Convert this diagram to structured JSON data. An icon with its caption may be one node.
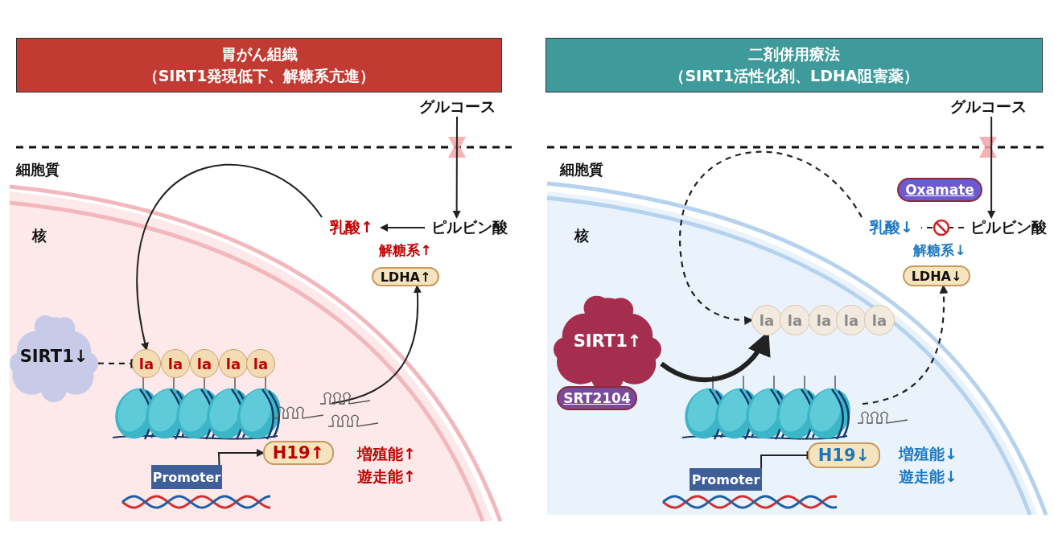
{
  "diagram": {
    "nodes": [
      {
        "text": [
          "胃がん組織",
          "（SIRT1発現低下、解糖系亢進）"
        ]
      },
      {
        "text": [
          "グルコース"
        ]
      },
      {
        "text": [
          "ピルビン酸"
        ]
      },
      {
        "text": [
          "乳酸↑"
        ]
      },
      {
        "text": [
          "LDHA↑"
        ],
        "beside": [
          "解糖系↑"
        ]
      },
      {
        "text": [
          "SIRT1↓"
        ]
      },
      {
        "text": [
          "la"
        ]
      },
      {
        "text": [
          "la"
        ]
      },
      {
        "text": [
          "la"
        ]
      },
      {
        "text": [
          "la"
        ]
      },
      {
        "text": [
          "la"
        ]
      },
      {
        "text": [],
        "shape": "picture"
      },
      {
        "text": [
          "Promoter"
        ]
      },
      {
        "text": [
          "H19↑"
        ]
      },
      {
        "text": [
          "二剤併用療法",
          "（SIRT1活性化剤、LDHA阻害薬）"
        ]
      },
      {
        "text": [
          "グルコース"
        ]
      },
      {
        "text": [
          "Oxamate"
        ]
      },
      {
        "text": [
          "ピルビン酸"
        ]
      },
      {
        "text": [
          "乳酸↓"
        ]
      },
      {
        "text": [
          "LDHA↓"
        ],
        "beside": [
          "解糖系↓"
        ]
      },
      {
        "text": [
          "SIRT1↑"
        ]
      },
      {
        "text": [
          "SRT2104"
        ]
      },
      {
        "text": [
          "la"
        ]
      },
      {
        "text": [
          "la"
        ]
      },
      {
        "text": [
          "la"
        ]
      },
      {
        "text": [
          "la"
        ]
      },
      {
        "text": [
          "la"
        ]
      },
      {
        "text": [],
        "shape": "picture"
      },
      {
        "text": [
          "Promoter"
        ]
      },
      {
        "text": [
          "H19↓"
        ]
      }
    ],
    "edges": [
      {
        "from": 1,
        "to": 2,
        "arrow": "to"
      },
      {
        "from": 2,
        "to": 3,
        "arrow": "to"
      },
      {
        "from": 3,
        "to": 6,
        "arrow": "to"
      },
      {
        "from": 5,
        "to": 6,
        "arrow": "other",
        "style": "dashed"
      },
      {
        "from": 11,
        "to": 4,
        "arrow": "to"
      },
      {
        "from": 12,
        "to": 13,
        "arrow": "to"
      },
      {
        "from": 15,
        "to": 17,
        "arrow": "to"
      },
      {
        "from": 17,
        "to": 18,
        "arrow": "none",
        "style": "dashed"
      },
      {
        "from": 18,
        "to": 22,
        "arrow": "to",
        "style": "dashed"
      },
      {
        "from": 20,
        "to": 22,
        "arrow": "to",
        "style": "thick"
      },
      {
        "from": 27,
        "to": 19,
        "arrow": "to",
        "style": "dashed"
      },
      {
        "from": 28,
        "to": 29,
        "arrow": "other"
      }
    ],
    "labels": [
      "細胞質",
      "核",
      "増殖能↑",
      "遊走能↑",
      "細胞質",
      "核",
      "増殖能↓",
      "遊走能↓"
    ]
  }
}
